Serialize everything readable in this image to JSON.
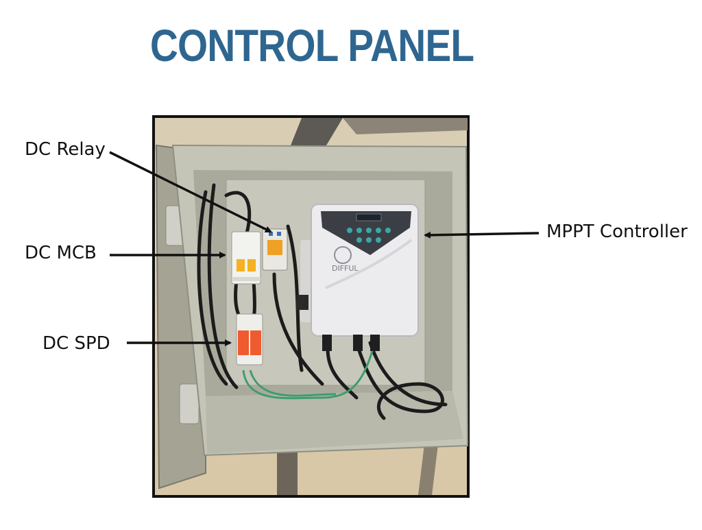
{
  "title": "CONTROL PANEL",
  "callouts": {
    "dc_relay": "DC Relay",
    "dc_mcb": "DC MCB",
    "dc_spd": "DC SPD",
    "mppt_controller": "MPPT Controller"
  },
  "device_brand": "DIFFUL",
  "colors": {
    "title": "#2f6690",
    "enclosure": "#c9cabb",
    "controller": "#ecebee",
    "spd": "#ef5a2e",
    "ground": "#d8c8a8"
  }
}
